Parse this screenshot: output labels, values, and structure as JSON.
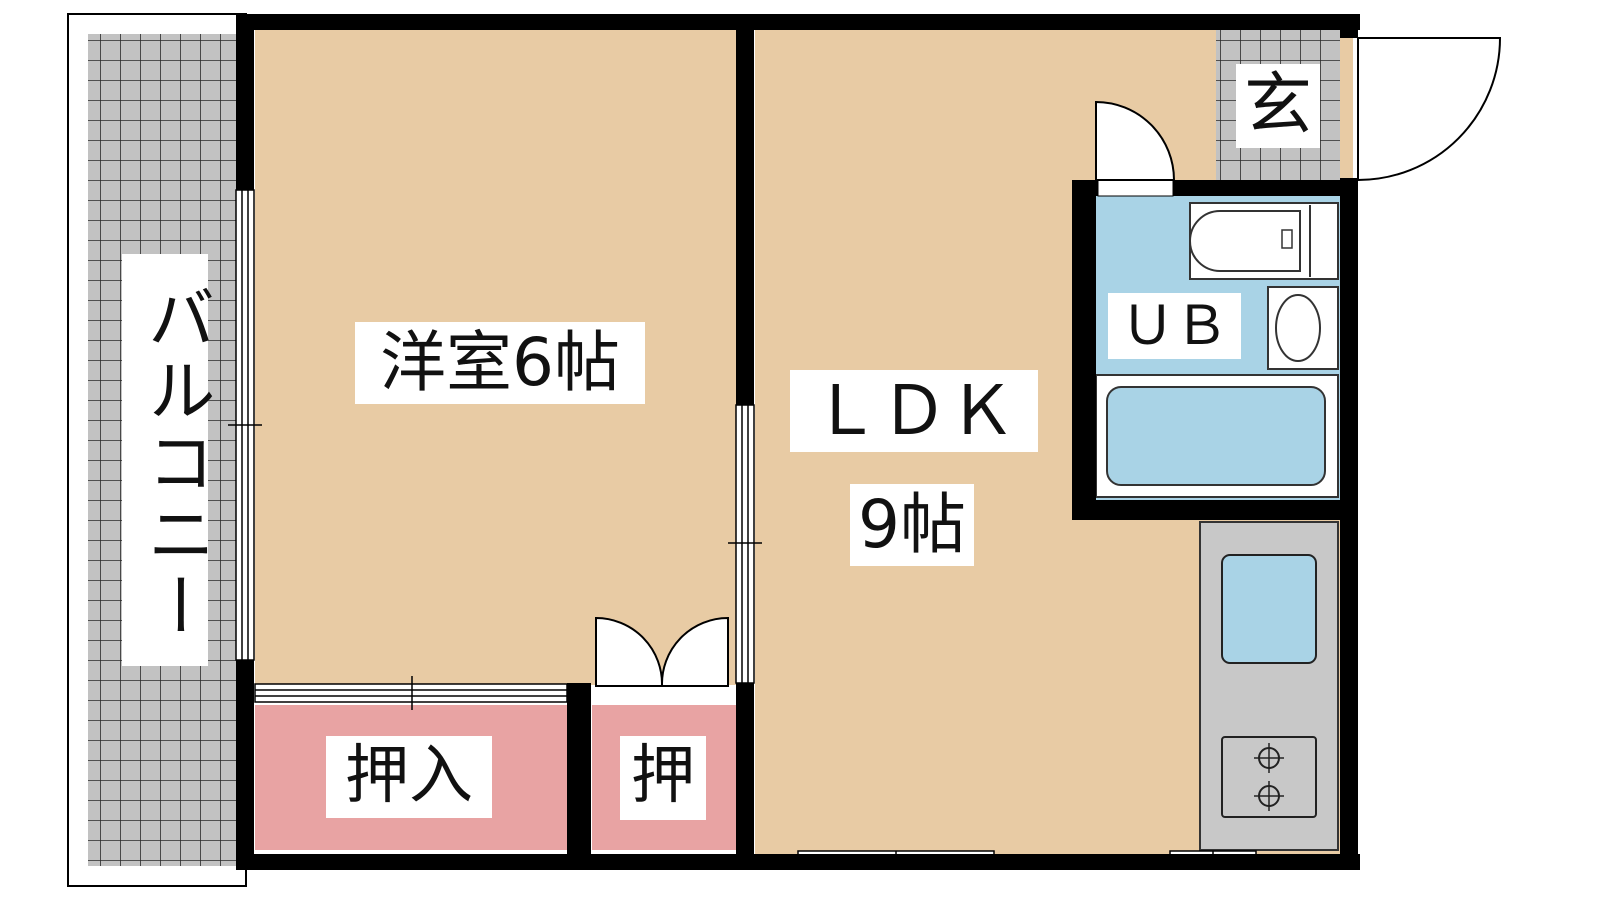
{
  "labels": {
    "balcony": "バルコニー",
    "western_room": "洋室6帖",
    "ldk": "ＬＤＫ",
    "ldk_size": "9帖",
    "unit_bath": "ＵＢ",
    "entrance": "玄",
    "closet_large": "押入",
    "closet_small": "押"
  },
  "colors": {
    "room_floor": "#e8cba4",
    "closet_floor": "#e8a3a3",
    "wet_area": "#a9d3e6",
    "tile": "#c2c2c2",
    "kitchen_counter": "#c8c8c8",
    "wall": "#000000"
  }
}
